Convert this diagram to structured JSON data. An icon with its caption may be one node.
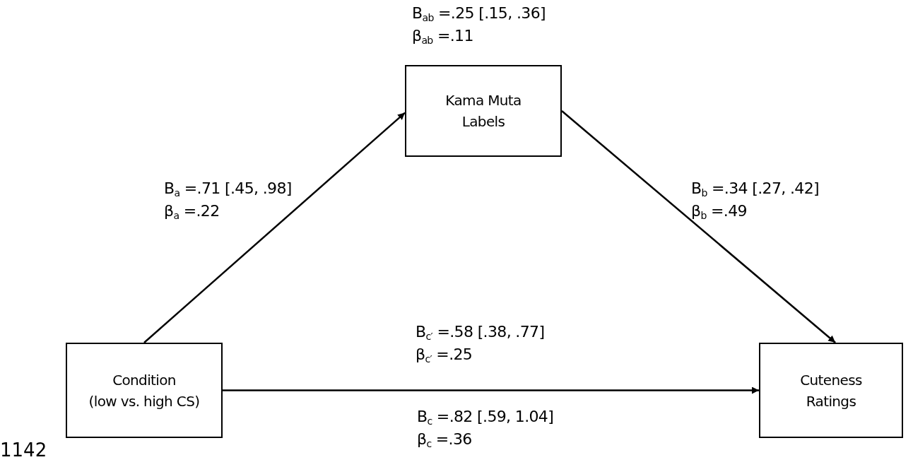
{
  "diagram": {
    "nodes": [
      {
        "text": [
          "Kama Muta Labels"
        ],
        "beside": [
          "B$_{ab}$ =.25 [.15, .36]",
          "β$_{ab}$ =.11"
        ]
      },
      {
        "text": [
          "Condition",
          "(low vs. high CS)"
        ]
      },
      {
        "text": [
          "Cuteness Ratings"
        ]
      }
    ],
    "edges": [
      {
        "from": 1,
        "to": 0,
        "arrow": "to",
        "label": "B$_{a}$ =.71 [.45, .98]"
      },
      {
        "from": 0,
        "to": 2,
        "arrow": "to",
        "label": "B$_{b}$ =.34 [.27, .42]"
      },
      {
        "from": 1,
        "to": 2,
        "arrow": "to",
        "label": "B$_{c′}$ =.58 [.38, .77]"
      }
    ],
    "labels": [
      "β$_{a}$ =.22",
      "β$_{b}$ =.49",
      "β$_{c′}$ =.25",
      "B$_{c}$ =.82 [.59, 1.04]",
      "β$_{c}$ =.36",
      "1142"
    ]
  }
}
